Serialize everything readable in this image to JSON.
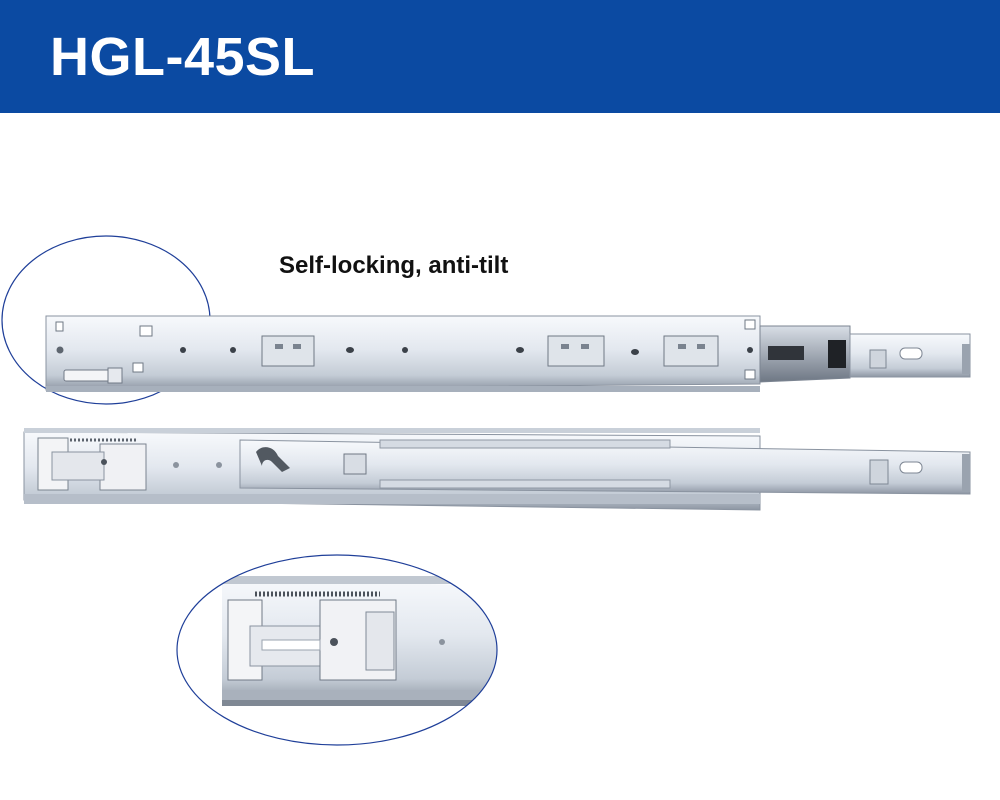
{
  "header": {
    "title": "HGL-45SL",
    "background": "#0b4aa2"
  },
  "caption": "Self-locking, anti-tilt",
  "images": {
    "top_rail": "drawer-slide-extended-side-view",
    "bottom_rail": "drawer-slide-inner-view-with-lock",
    "detail_top": "callout-ellipse-front-bracket",
    "detail_bottom": "callout-ellipse-lock-mechanism-zoom"
  },
  "colors": {
    "callout_outline": "#1f3f99",
    "rail_light": "#eef1f6",
    "rail_mid": "#b9c1cc",
    "rail_dark": "#6b7380"
  }
}
